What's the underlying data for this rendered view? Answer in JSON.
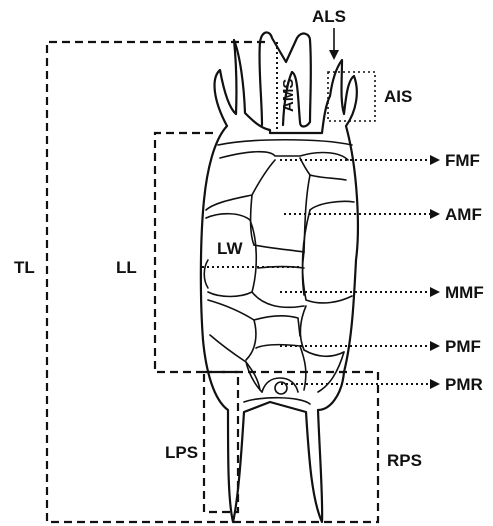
{
  "labels": {
    "als": "ALS",
    "ams": "AMS",
    "ais": "AIS",
    "fmf": "FMF",
    "amf": "AMF",
    "lw": "LW",
    "tl": "TL",
    "ll": "LL",
    "mmf": "MMF",
    "pmf": "PMF",
    "pmr": "PMR",
    "lps": "LPS",
    "rps": "RPS"
  }
}
